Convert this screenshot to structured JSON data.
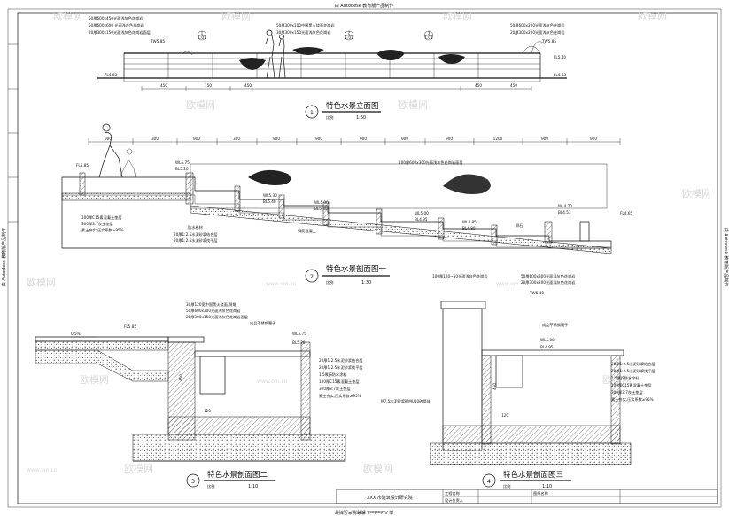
{
  "header": {
    "stamp_top": "由 Autodesk 教育版产品制作",
    "stamp_bottom": "由 Autodesk 教育版产品制作",
    "stamp_left": "由 Autodesk 教育版产品制作",
    "stamp_right": "由 Autodesk 教育版产品制作"
  },
  "watermarks": [
    "欧模网",
    "www.om.cn"
  ],
  "elevation": {
    "number": "1",
    "title": "特色水景立面图",
    "scale_label": "比例",
    "scale": "1:50",
    "levels": [
      "TW5.85",
      "FL4.65",
      "TW5.85",
      "FL5.40",
      "FL4.65"
    ],
    "dims": [
      "450",
      "150",
      "450",
      "450",
      "450"
    ],
    "callouts": [
      "50厚600x450光面浅灰色花岗岩",
      "50厚600x600 光面浅灰色花岗岩",
      "20厚300x150光面浅灰色花岗岩面层",
      "50厚300x100中国黑火烧面花岗岩",
      "30厚300x150光面浅灰色花岗岩",
      "50厚600x200光面浅灰色花岗岩",
      "20厚300x200光面浅灰色花岗岩"
    ],
    "markers": [
      "1",
      "1.01",
      "2",
      "1.01",
      "3",
      "1.01"
    ]
  },
  "section1": {
    "number": "2",
    "title": "特色水景剖面图一",
    "scale_label": "比例",
    "scale": "1:30",
    "top_dims": [
      "900",
      "300",
      "900",
      "300",
      "900",
      "900",
      "900",
      "900",
      "900",
      "1200",
      "900",
      "900"
    ],
    "levels": [
      "FL5.85",
      "WL5.75",
      "BL5.20",
      "WL5.30",
      "BL5.40",
      "WL5.30",
      "BL5.30",
      "WL5.00",
      "BL4.95",
      "WL4.85",
      "BL4.80",
      "WL4.70",
      "BL4.53",
      "FL4.65"
    ],
    "notes": [
      "100厚C15素混凝土垫层",
      "300厚3:7灰土垫层",
      "素土夯实,压实系数≥95%",
      "20厚1:2.5水泥砂浆结合层",
      "20厚1:2.5水泥砂浆找平层",
      "防水卷材",
      "100厚600x300光面浅灰色花岗岩面层",
      "钢筋混凝土",
      "卵石"
    ]
  },
  "section2": {
    "number": "3",
    "title": "特色水景剖面图二",
    "scale_label": "比例",
    "scale": "1:10",
    "levels": [
      "FL5.85",
      "WL5.75",
      "BL5.20"
    ],
    "dims": [
      "0.5%",
      "450",
      "120"
    ],
    "notes": [
      "30厚120宽中国黑火烧面,倒角",
      "50厚600x300光面浅灰色花岗岩",
      "20厚300x150光面浅灰色花岗岩面层",
      "20厚1:2.5水泥砂浆结合层",
      "20厚1:2.5水泥砂浆找平层",
      "1.5厚JS防水涂料",
      "100厚C15素混凝土垫层",
      "300厚3:7灰土垫层",
      "素土夯实,压实系数≥95%",
      "成品不锈钢篦子"
    ]
  },
  "section3": {
    "number": "4",
    "title": "特色水景剖面图三",
    "scale_label": "比例",
    "scale": "1:10",
    "levels": [
      "TW5.40",
      "WL5.00",
      "BL4.95"
    ],
    "dims": [
      "450",
      "120"
    ],
    "notes": [
      "100厚120~50光面浅灰色花岗岩",
      "50厚600x300光面浅灰色花岗岩",
      "20厚300x200光面浅灰色花岗岩",
      "成品不锈钢篦子",
      "M7.5水泥砂浆砌MU10砖墙体",
      "20厚1:2.5水泥砂浆结合层",
      "20厚1:2.5水泥砂浆找平层",
      "1.5厚JS防水涂料",
      "100厚C15素混凝土垫层",
      "300厚3:7灰土垫层",
      "素土夯实,压实系数≥95%"
    ]
  },
  "titleblock": {
    "institute": "XXX 市建筑设计研究院",
    "fields": [
      "工程名称",
      "设计负责人",
      "图纸名称"
    ]
  }
}
